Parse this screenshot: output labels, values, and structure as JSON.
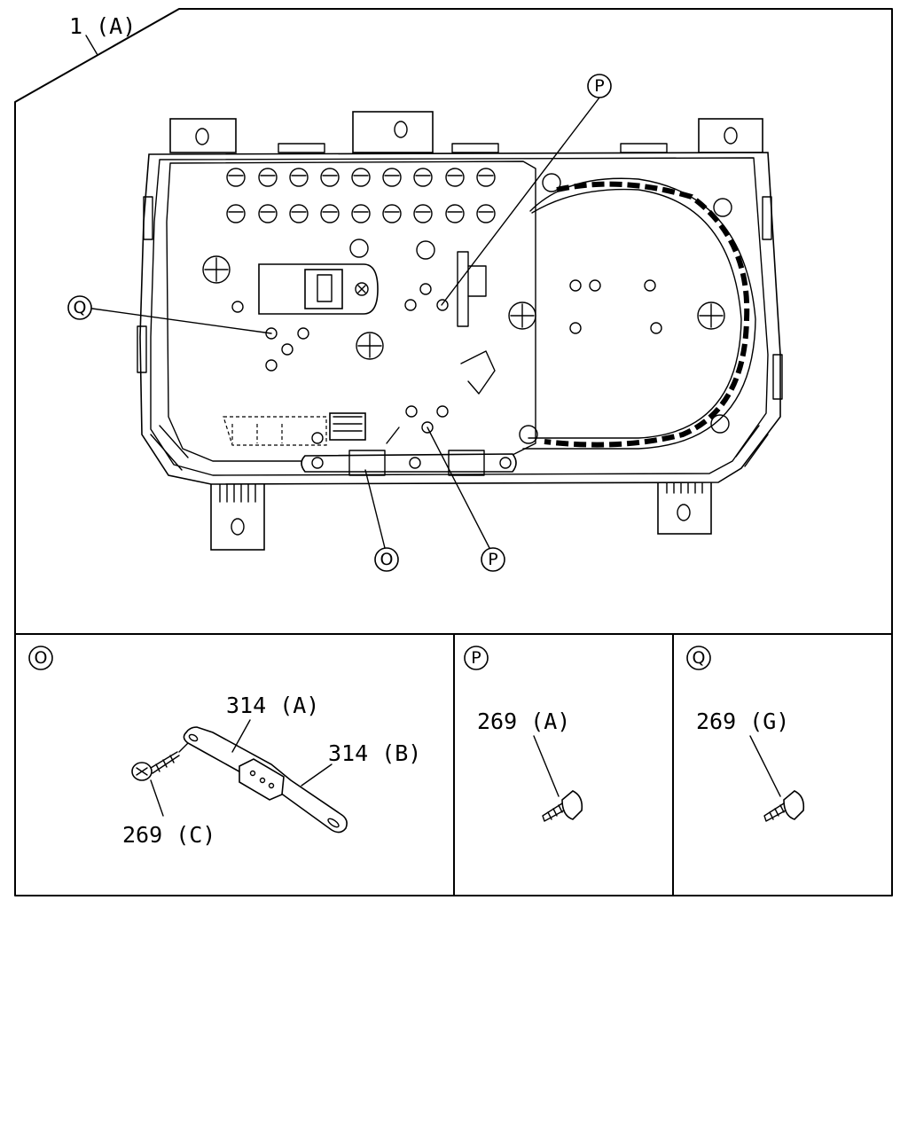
{
  "assembly_label": "1 (A)",
  "callouts": {
    "main_P_top": "P",
    "main_Q": "Q",
    "main_O": "O",
    "main_P_bottom": "P"
  },
  "panels": {
    "O": {
      "marker": "O",
      "labels": [
        "314 (A)",
        "314 (B)",
        "269 (C)"
      ]
    },
    "P": {
      "marker": "P",
      "labels": [
        "269 (A)"
      ]
    },
    "Q": {
      "marker": "Q",
      "labels": [
        "269 (G)"
      ]
    }
  }
}
